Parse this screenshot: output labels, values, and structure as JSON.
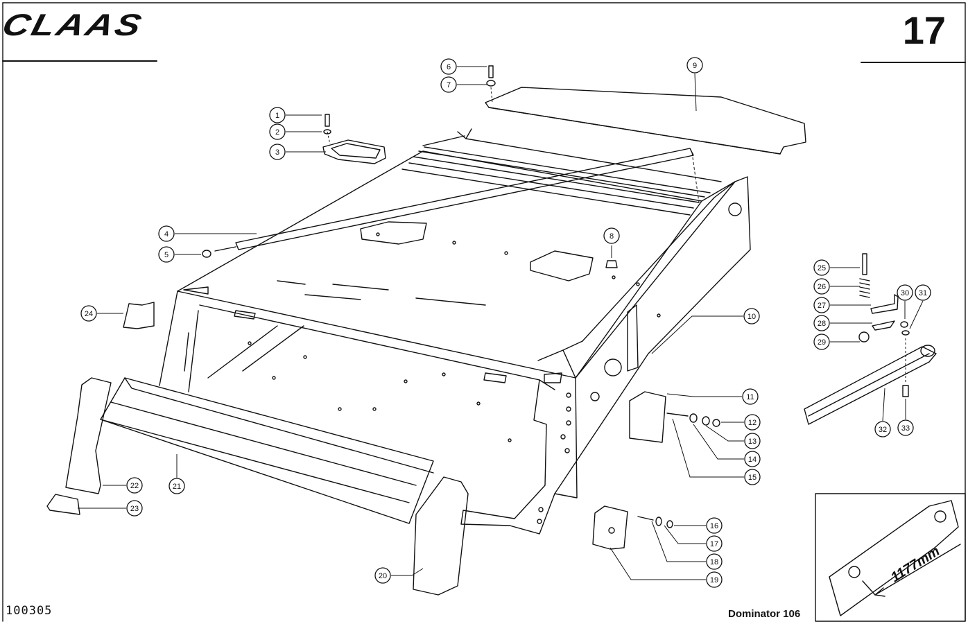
{
  "header": {
    "brand": "CLAAS",
    "page_number": "17"
  },
  "footer": {
    "drawing_code": "100305",
    "model": "Dominator 106"
  },
  "inset": {
    "dimension_label": "1177mm"
  },
  "callouts": [
    {
      "n": "1"
    },
    {
      "n": "2"
    },
    {
      "n": "3"
    },
    {
      "n": "4"
    },
    {
      "n": "5"
    },
    {
      "n": "6"
    },
    {
      "n": "7"
    },
    {
      "n": "8"
    },
    {
      "n": "9"
    },
    {
      "n": "10"
    },
    {
      "n": "11"
    },
    {
      "n": "12"
    },
    {
      "n": "13"
    },
    {
      "n": "14"
    },
    {
      "n": "15"
    },
    {
      "n": "16"
    },
    {
      "n": "17"
    },
    {
      "n": "18"
    },
    {
      "n": "19"
    },
    {
      "n": "20"
    },
    {
      "n": "21"
    },
    {
      "n": "22"
    },
    {
      "n": "23"
    },
    {
      "n": "24"
    },
    {
      "n": "25"
    },
    {
      "n": "26"
    },
    {
      "n": "27"
    },
    {
      "n": "28"
    },
    {
      "n": "29"
    },
    {
      "n": "30"
    },
    {
      "n": "31"
    },
    {
      "n": "32"
    },
    {
      "n": "33"
    }
  ]
}
